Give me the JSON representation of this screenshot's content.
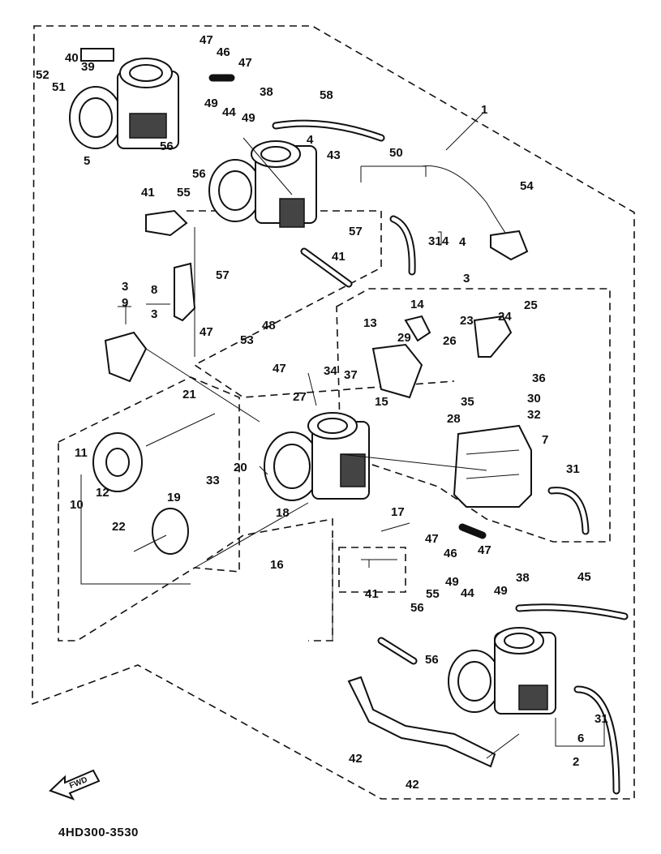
{
  "diagram_code": "4HD300-3530",
  "fwd_label": "FWD",
  "callouts": [
    "1",
    "2",
    "3",
    "3",
    "3",
    "4",
    "4",
    "4",
    "5",
    "6",
    "7",
    "8",
    "9",
    "10",
    "11",
    "12",
    "13",
    "14",
    "15",
    "16",
    "17",
    "18",
    "19",
    "20",
    "21",
    "22",
    "23",
    "24",
    "25",
    "26",
    "27",
    "28",
    "29",
    "30",
    "31",
    "31",
    "31",
    "32",
    "33",
    "34",
    "35",
    "36",
    "37",
    "38",
    "38",
    "39",
    "40",
    "41",
    "41",
    "41",
    "42",
    "42",
    "43",
    "44",
    "44",
    "45",
    "46",
    "46",
    "47",
    "47",
    "47",
    "47",
    "47",
    "47",
    "48",
    "49",
    "49",
    "49",
    "49",
    "50",
    "51",
    "52",
    "53",
    "54",
    "55",
    "55",
    "56",
    "56",
    "56",
    "56",
    "57",
    "57",
    "58"
  ]
}
